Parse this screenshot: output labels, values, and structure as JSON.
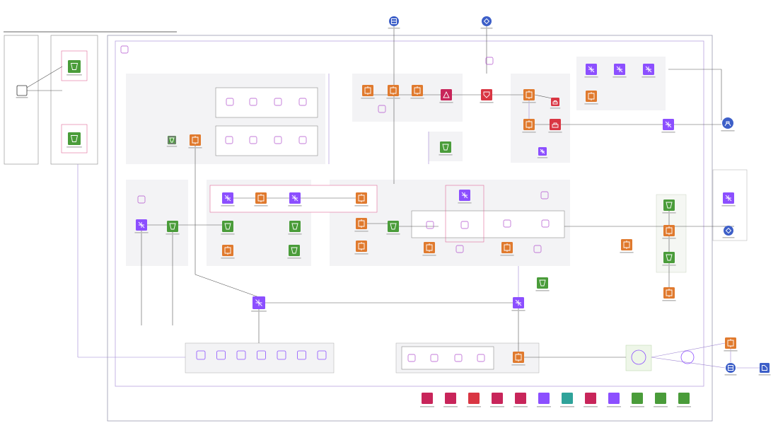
{
  "colors": {
    "compute": "#E07A2E",
    "integration": "#C8255A",
    "security": "#D93643",
    "network": "#8C4FFF",
    "storage": "#4A9C3A",
    "database": "#3D5FC8",
    "management": "#2FA39A",
    "ml": "#1E8E6E",
    "boundary": "#7B5EA7",
    "group_fill": "#F3F3F5",
    "line": "#555555",
    "pink_outline": "#E06A9A"
  },
  "nodes": [
    {
      "id": "onprem-server",
      "icon": "server-icon",
      "color": "#777777"
    },
    {
      "id": "acct-a-storage",
      "icon": "bucket-icon",
      "color": "storage"
    },
    {
      "id": "acct-b-storage",
      "icon": "bucket-icon",
      "color": "storage"
    },
    {
      "id": "top-db",
      "icon": "database-icon",
      "color": "database"
    },
    {
      "id": "top-diamond",
      "icon": "diamond-icon",
      "color": "database"
    },
    {
      "id": "route-1",
      "icon": "compute-icon",
      "color": "compute"
    },
    {
      "id": "route-2",
      "icon": "compute-icon",
      "color": "compute"
    },
    {
      "id": "route-3",
      "icon": "compute-icon",
      "color": "compute"
    },
    {
      "id": "gateway-1",
      "icon": "integration-icon",
      "color": "integration"
    },
    {
      "id": "waf",
      "icon": "shield-icon",
      "color": "security"
    },
    {
      "id": "elb",
      "icon": "compute-icon",
      "color": "compute"
    },
    {
      "id": "fw",
      "icon": "lock-icon",
      "color": "security"
    },
    {
      "id": "nw-1",
      "icon": "network-icon",
      "color": "network"
    },
    {
      "id": "nw-2",
      "icon": "network-icon",
      "color": "network"
    },
    {
      "id": "nw-3",
      "icon": "network-icon",
      "color": "network"
    },
    {
      "id": "mgmt-1",
      "icon": "compute-icon",
      "color": "compute"
    },
    {
      "id": "mgmt-2",
      "icon": "storage-icon",
      "color": "storage"
    },
    {
      "id": "user",
      "icon": "user-icon",
      "color": "database"
    },
    {
      "id": "right-nw",
      "icon": "network-icon",
      "color": "network"
    },
    {
      "id": "az-ec2",
      "icon": "compute-icon",
      "color": "compute"
    },
    {
      "id": "az-fw",
      "icon": "lock-icon",
      "color": "security"
    },
    {
      "id": "az-nw",
      "icon": "network-icon",
      "color": "network"
    },
    {
      "id": "ctr-compute",
      "icon": "compute-icon",
      "color": "compute"
    },
    {
      "id": "ctr-storage",
      "icon": "storage-icon",
      "color": "storage"
    },
    {
      "id": "left-nw",
      "icon": "network-icon",
      "color": "network"
    },
    {
      "id": "left-st",
      "icon": "storage-icon",
      "color": "storage"
    },
    {
      "id": "grp-nw-1",
      "icon": "network-icon",
      "color": "network"
    },
    {
      "id": "grp-comp-1",
      "icon": "compute-icon",
      "color": "compute"
    },
    {
      "id": "grp-nw-2",
      "icon": "network-icon",
      "color": "network"
    },
    {
      "id": "grp-comp-2",
      "icon": "compute-icon",
      "color": "compute"
    },
    {
      "id": "grp-st-1",
      "icon": "storage-icon",
      "color": "storage"
    },
    {
      "id": "grp-st-2",
      "icon": "storage-icon",
      "color": "storage"
    },
    {
      "id": "grp-comp-3",
      "icon": "compute-icon",
      "color": "compute"
    },
    {
      "id": "grp-st-3",
      "icon": "storage-icon",
      "color": "storage"
    },
    {
      "id": "mid-comp-1",
      "icon": "compute-icon",
      "color": "compute"
    },
    {
      "id": "mid-comp-2",
      "icon": "compute-icon",
      "color": "compute"
    },
    {
      "id": "mid-st",
      "icon": "storage-icon",
      "color": "storage"
    },
    {
      "id": "pink-nw",
      "icon": "network-icon",
      "color": "network"
    },
    {
      "id": "rg-comp-1",
      "icon": "compute-icon",
      "color": "compute"
    },
    {
      "id": "rg-comp-2",
      "icon": "compute-icon",
      "color": "compute"
    },
    {
      "id": "rc-st-1",
      "icon": "storage-icon",
      "color": "storage"
    },
    {
      "id": "rc-comp",
      "icon": "compute-icon",
      "color": "compute"
    },
    {
      "id": "rc-st-2",
      "icon": "storage-icon",
      "color": "storage"
    },
    {
      "id": "rc-comp-2",
      "icon": "compute-icon",
      "color": "compute"
    },
    {
      "id": "rc-left",
      "icon": "compute-icon",
      "color": "compute"
    },
    {
      "id": "far-right-nw",
      "icon": "network-icon",
      "color": "network"
    },
    {
      "id": "far-right-diamond",
      "icon": "diamond-icon",
      "color": "database"
    },
    {
      "id": "hub",
      "icon": "network-icon",
      "color": "network"
    },
    {
      "id": "lower-nw",
      "icon": "network-icon",
      "color": "network"
    },
    {
      "id": "lower-st",
      "icon": "storage-icon",
      "color": "storage"
    },
    {
      "id": "bottom-comp",
      "icon": "compute-icon",
      "color": "compute"
    },
    {
      "id": "br-compute",
      "icon": "compute-icon",
      "color": "compute"
    },
    {
      "id": "br-db",
      "icon": "database-icon",
      "color": "database"
    },
    {
      "id": "br-doc",
      "icon": "document-icon",
      "color": "database"
    }
  ],
  "legend": [
    {
      "color": "integration"
    },
    {
      "color": "integration"
    },
    {
      "color": "security"
    },
    {
      "color": "integration"
    },
    {
      "color": "integration"
    },
    {
      "color": "network"
    },
    {
      "color": "management"
    },
    {
      "color": "integration"
    },
    {
      "color": "network"
    },
    {
      "color": "storage"
    },
    {
      "color": "storage"
    },
    {
      "color": "storage"
    }
  ],
  "endpoint_row_count": 7,
  "bottom_group_count": 4
}
